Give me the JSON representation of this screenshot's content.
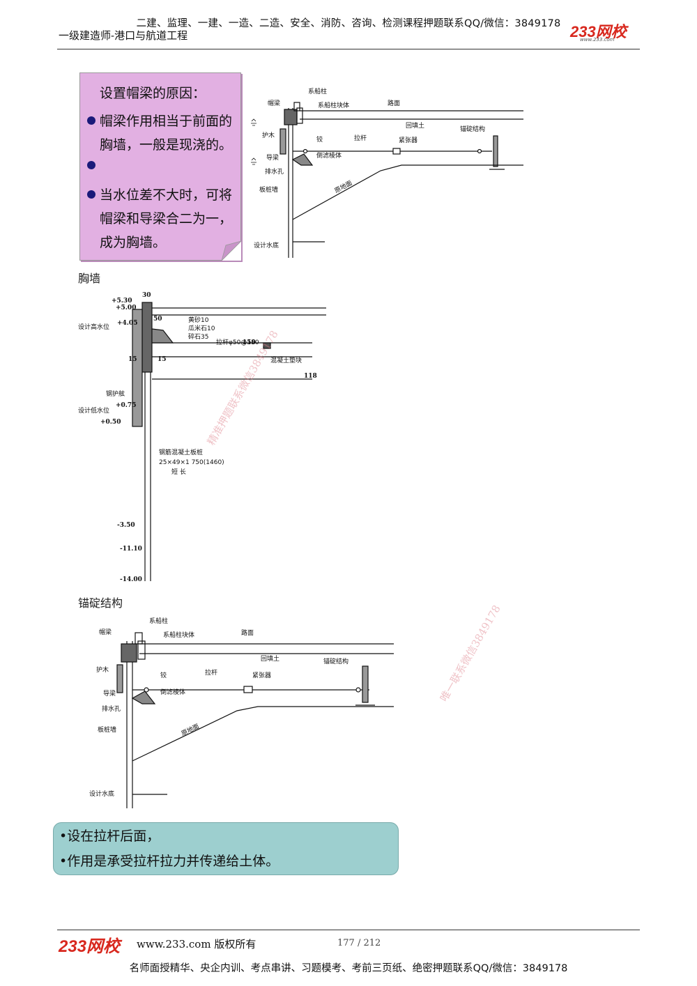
{
  "header": {
    "top_line": "二建、监理、一建、一造、二造、安全、消防、咨询、检测课程押题联系QQ/微信：3849178",
    "subtitle": "一级建造师-港口与航道工程",
    "logo": "233网校",
    "logo_url": "www.233.com"
  },
  "note1": {
    "bullets": [
      "设置帽梁的原因：",
      "帽梁作用相当于前面的胸墙，一般是现浇的。",
      "当水位差不大时，可将帽梁和导梁合二为一，成为胸墙。"
    ],
    "bullet_color": "#1a1a7a",
    "background": "#e2b0e2"
  },
  "diagram_labels": {
    "cap_beam": "帽梁",
    "bollard": "系船柱",
    "bollard_block": "系船柱块体",
    "pavement": "路面",
    "backfill": "回填土",
    "anchor_structure": "锚碇结构",
    "fender": "护木",
    "hinge": "铰",
    "tie_rod": "拉杆",
    "turnbuckle": "紧张器",
    "wale": "导梁",
    "filter_prism": "倒滤棱体",
    "drain_hole": "排水孔",
    "original_ground": "原地面",
    "sheet_pile_wall": "板桩墙",
    "design_bottom": "设计水底"
  },
  "captions": {
    "breast_wall": "胸墙",
    "anchor": "锚碇结构"
  },
  "section": {
    "labels": {
      "design_high_water": "设计高水位",
      "design_low_water": "设计低水位",
      "steel_guard": "钢护舷",
      "yellow_sand": "黄砂10",
      "gravel_small": "瓜米石10",
      "gravel": "碎石35",
      "tie_rod_spec": "拉杆φ50@150",
      "concrete_pad": "混凝土垫块",
      "pile_name": "钢筋混凝土板桩",
      "pile_spec": "25×49×1 750(1460)",
      "pile_len": "短  长"
    },
    "levels": [
      "+5.30",
      "+5.00",
      "+4.05",
      "+0.75",
      "+0.50",
      "-3.50",
      "-11.10",
      "-14.00"
    ],
    "dims": [
      "30",
      "50",
      "15",
      "15",
      "150",
      "118"
    ]
  },
  "note2": {
    "lines": [
      "•设在拉杆后面，",
      "•作用是承受拉杆拉力并传递给土体。"
    ],
    "background": "#9dcfcf"
  },
  "watermarks": [
    "精准押题联系微信3849178",
    "唯一联系微信3849178"
  ],
  "footer": {
    "logo": "233网校",
    "site": "www.233.com 版权所有",
    "page": "177 / 212",
    "bottom_line": "名师面授精华、央企内训、考点串讲、习题模考、考前三页纸、绝密押题联系QQ/微信：3849178"
  }
}
